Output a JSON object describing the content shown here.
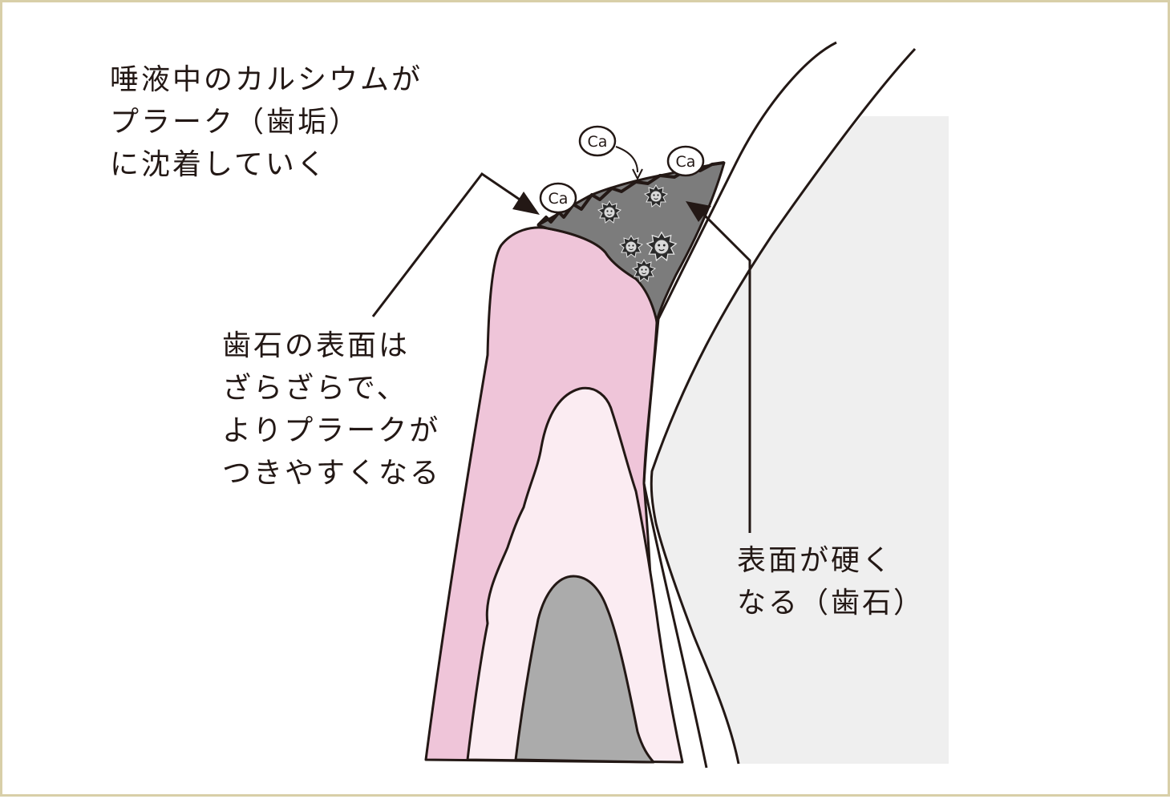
{
  "labels": {
    "top_left": [
      "唾液中のカルシウムが",
      "プラーク（歯垢）",
      "に沈着していく"
    ],
    "middle_left": [
      "歯石の表面は",
      "ざらざらで、",
      "よりプラークが",
      "つきやすくなる"
    ],
    "right": [
      "表面が硬く",
      "なる（歯石）"
    ]
  },
  "ions": {
    "calcium": "Ca"
  },
  "colors": {
    "gum": "#efc5d9",
    "tooth": "#fbecf2",
    "pulp": "#ababab",
    "calculus": "#7c7c7c",
    "bone": "#efefef",
    "border": "#d8cfa8",
    "ink": "#231815"
  }
}
